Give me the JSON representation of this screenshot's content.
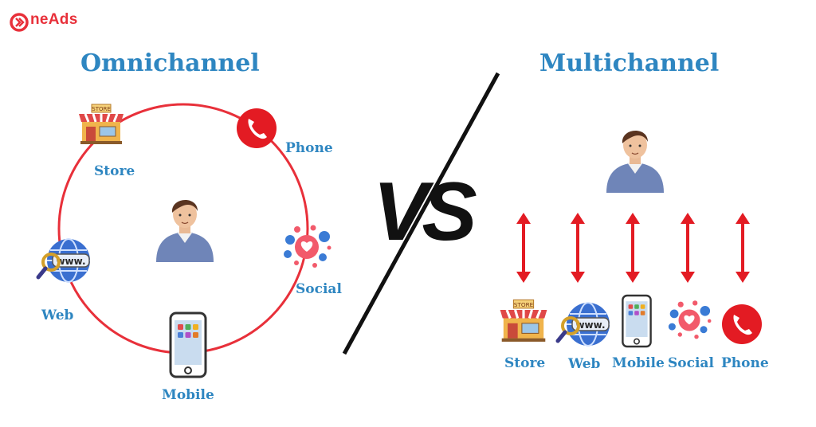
{
  "brand": {
    "name": "neAds",
    "logo_icon": "oneads-logo-icon",
    "accent": "#e8303a"
  },
  "headings": {
    "left": "Omnichannel",
    "right": "Multichannel",
    "color": "#2e86c1"
  },
  "vs_text": "VS",
  "omnichannel": {
    "channels": [
      {
        "label": "Store",
        "icon": "store-icon"
      },
      {
        "label": "Phone",
        "icon": "phone-icon"
      },
      {
        "label": "Social",
        "icon": "social-icon"
      },
      {
        "label": "Mobile",
        "icon": "mobile-icon"
      },
      {
        "label": "Web",
        "icon": "web-icon"
      }
    ],
    "center_icon": "customer-icon",
    "ring_color": "#e8303a"
  },
  "multichannel": {
    "channels": [
      {
        "label": "Store",
        "icon": "store-icon"
      },
      {
        "label": "Web",
        "icon": "web-icon"
      },
      {
        "label": "Mobile",
        "icon": "mobile-icon"
      },
      {
        "label": "Social",
        "icon": "social-icon"
      },
      {
        "label": "Phone",
        "icon": "phone-icon"
      }
    ],
    "top_icon": "customer-icon",
    "arrow_color": "#e8303a"
  }
}
